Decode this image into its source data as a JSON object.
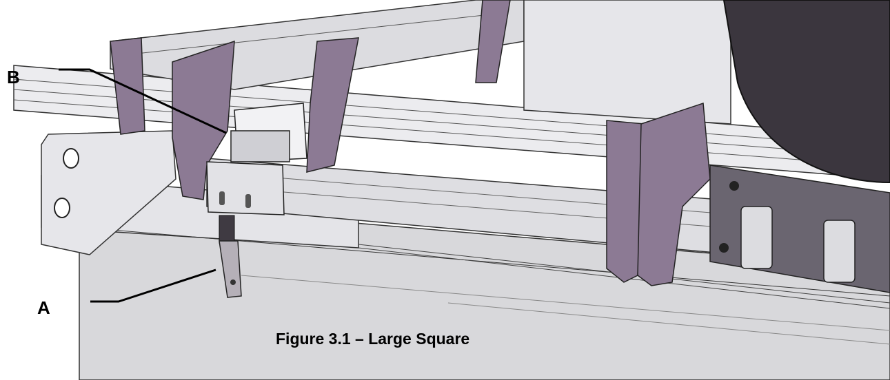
{
  "figure": {
    "caption": "Figure 3.1 – Large Square",
    "callouts": [
      {
        "id": "B",
        "label": "B"
      },
      {
        "id": "A",
        "label": "A"
      }
    ]
  },
  "colors": {
    "background": "#ffffff",
    "panel_gray": "#d6d6d9",
    "panel_light": "#e8e8ec",
    "bracket_purple": "#8c7a94",
    "dark_part": "#3f3a42",
    "outline": "#222222"
  }
}
